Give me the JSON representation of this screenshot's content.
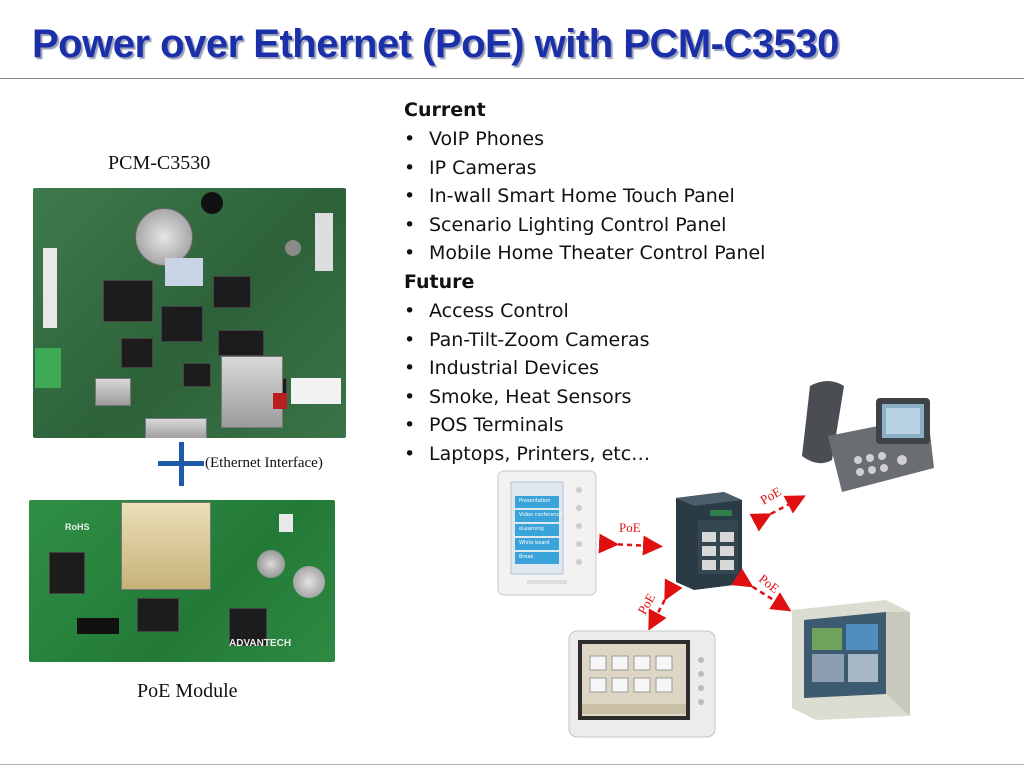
{
  "slide": {
    "title": "Power over Ethernet (PoE) with PCM-C3530"
  },
  "left_panel": {
    "board_caption": "PCM-C3530",
    "interface_label": "(Ethernet Interface)",
    "module_caption": "PoE Module",
    "module_silkscreen": "ADVANTECH",
    "module_rohs": "RoHS"
  },
  "applications": {
    "current_header": "Current",
    "current_items": [
      "VoIP Phones",
      "IP Cameras",
      "In-wall Smart Home Touch Panel",
      "Scenario Lighting Control Panel",
      "Mobile Home Theater Control Panel"
    ],
    "future_header": "Future",
    "future_items": [
      "Access Control",
      "Pan-Tilt-Zoom Cameras",
      "Industrial Devices",
      "Smoke, Heat Sensors",
      "POS Terminals",
      "Laptops, Printers, etc…"
    ],
    "bullet_char": "•"
  },
  "diagram": {
    "poe_labels": [
      "PoE",
      "PoE",
      "PoE",
      "PoE"
    ],
    "wall_panel_buttons": [
      "Presentation",
      "Video conference",
      "eLearning",
      "White board",
      "Break"
    ],
    "arrow_color": "#e01010"
  },
  "colors": {
    "title": "#1a2fa8",
    "plus": "#1d5aa8",
    "poe": "#e01010"
  }
}
